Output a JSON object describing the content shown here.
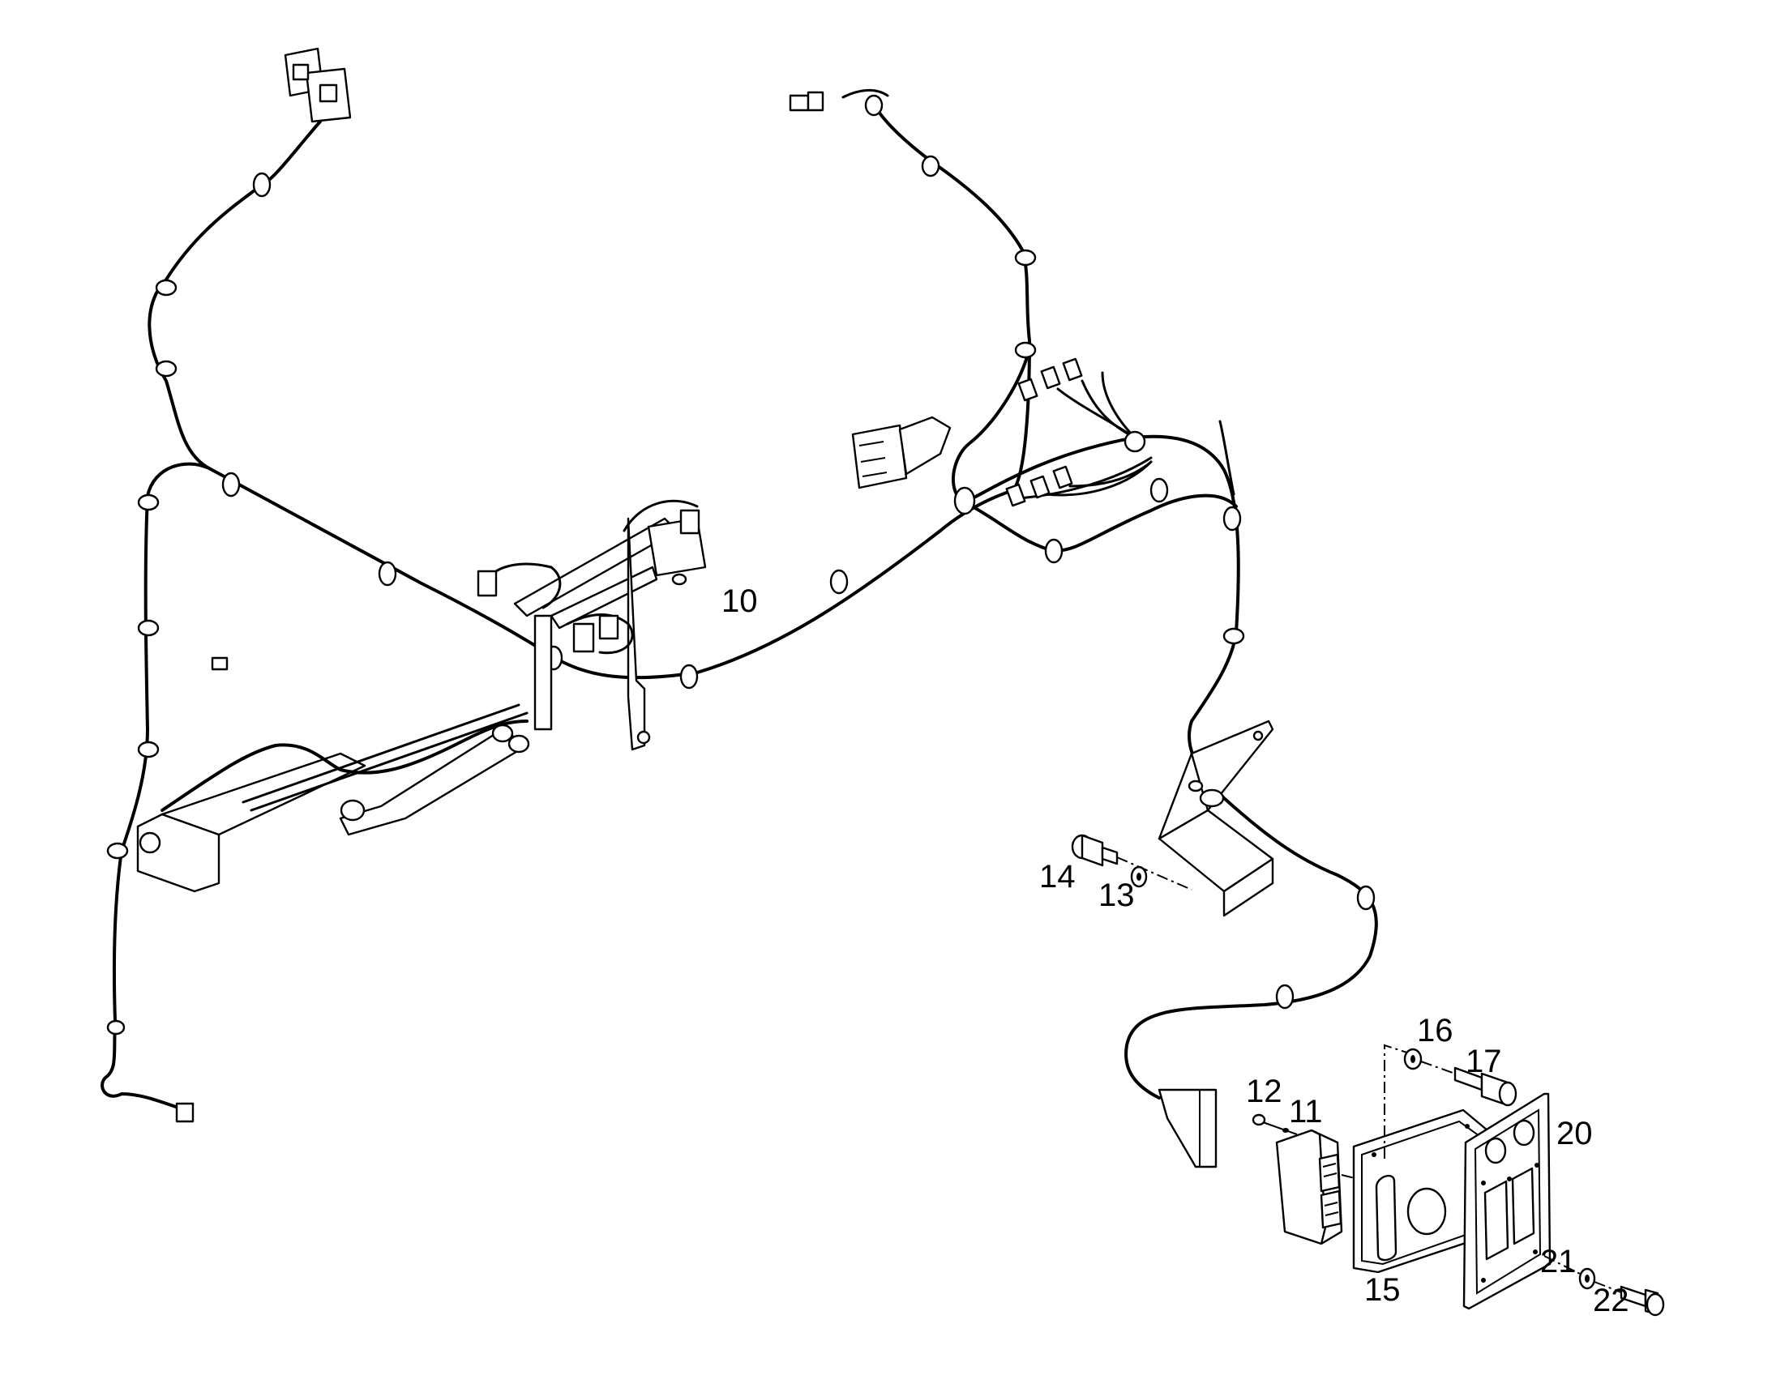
{
  "callouts": {
    "c10": "10",
    "c11": "11",
    "c12": "12",
    "c13": "13",
    "c14": "14",
    "c15": "15",
    "c16": "16",
    "c17": "17",
    "c20": "20",
    "c21": "21",
    "c22": "22"
  },
  "colors": {
    "line": "#000000",
    "background": "#ffffff"
  }
}
